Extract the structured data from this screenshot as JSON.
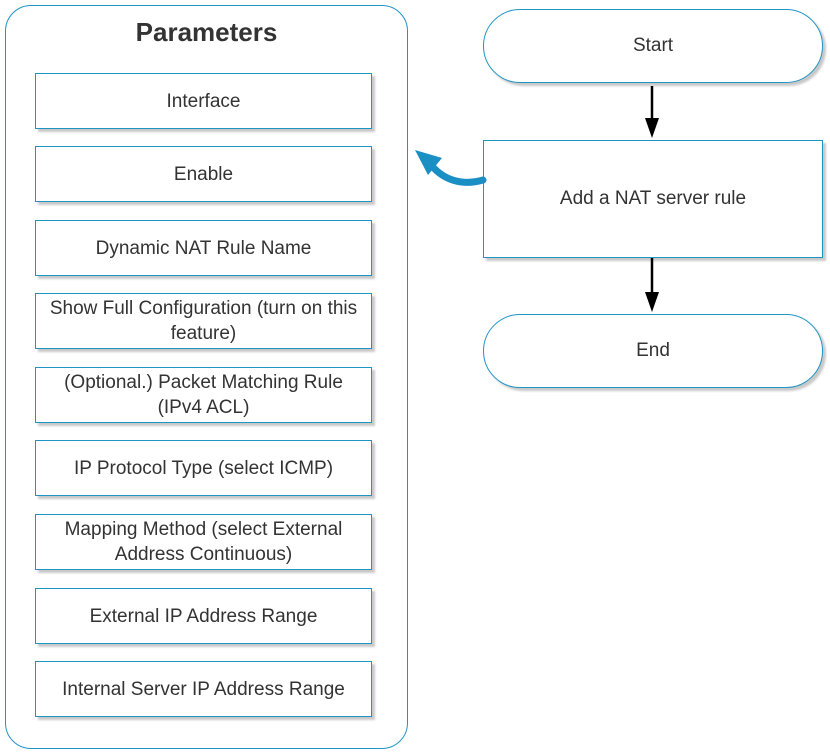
{
  "parameters": {
    "title": "Parameters",
    "items": [
      "Interface",
      "Enable",
      "Dynamic NAT Rule Name",
      "Show Full Configuration (turn on this feature)",
      "(Optional.) Packet Matching Rule (IPv4 ACL)",
      "IP Protocol Type (select ICMP)",
      "Mapping Method (select External Address Continuous)",
      "External IP Address Range",
      "Internal Server IP Address Range"
    ]
  },
  "flow": {
    "start": "Start",
    "process": "Add a NAT server rule",
    "end": "End"
  },
  "colors": {
    "accent": "#1f95c6",
    "text": "#333333",
    "arrow": "#000000",
    "curved_arrow": "#1a8fc4"
  }
}
